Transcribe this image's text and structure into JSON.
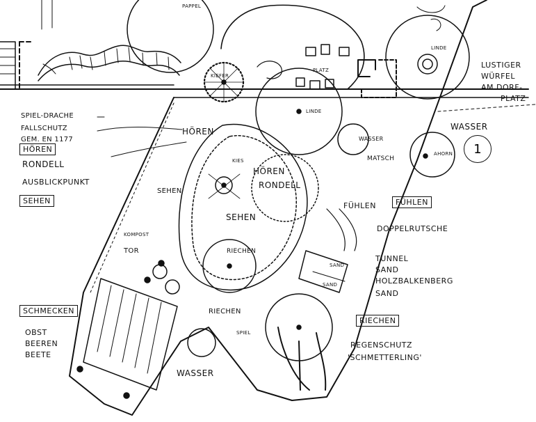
{
  "sheet_number": "1",
  "plan_labels": {
    "pappel": "PAPPEL",
    "linde_top": "LINDE",
    "platz": "PLATZ",
    "kiefer": "KIEFER",
    "linde_mid": "LINDE",
    "hoeren_center": "HÖREN",
    "kies": "KIES",
    "hoeren_rondell_1": "HÖREN",
    "hoeren_rondell_2": "RONDELL",
    "sehen_left": "SEHEN",
    "sehen_center": "SEHEN",
    "kompost_1": "KOMPOST",
    "kompost_2": "TOR",
    "riechen_1": "RIECHEN",
    "riechen_2": "RIECHEN",
    "wasser_matsch_1": "WASSER",
    "wasser_matsch_2": "MATSCH",
    "ahorn": "AHORN",
    "fuehlen_center": "FÜHLEN",
    "sand_1": "SAND",
    "sand_2": "SAND",
    "wasser_bottom": "WASSER",
    "spiel_drache_near": "SPIEL"
  },
  "annotations": {
    "spiel_drache": "SPIEL-DRACHE",
    "fallschutz": "FALLSCHUTZ",
    "gem_en": "GEM. EN 1177",
    "hoeren_box": "HÖREN",
    "rondell": "RONDELL",
    "ausblickpunkt": "AUSBLICKPUNKT",
    "sehen_box": "SEHEN",
    "schmecken_box": "SCHMECKEN",
    "obst": "OBST",
    "beeren": "BEEREN",
    "beete": "BEETE",
    "lustiger": "LUSTIGER",
    "wuerfel": "WÜRFEL",
    "am_dorf": "AM DORF-",
    "platz": "PLATZ",
    "wasser_right": "WASSER",
    "fuehlen_box": "FÜHLEN",
    "doppelrutsche": "DOPPELRUTSCHE",
    "tunnel": "TUNNEL",
    "sand": "SAND",
    "holzbalkenberg": "HOLZBALKENBERG",
    "sand2": "SAND",
    "riechen_box": "RIECHEN",
    "regenschutz": "REGENSCHUTZ",
    "schmetterling": "'SCHMETTERLING'"
  }
}
